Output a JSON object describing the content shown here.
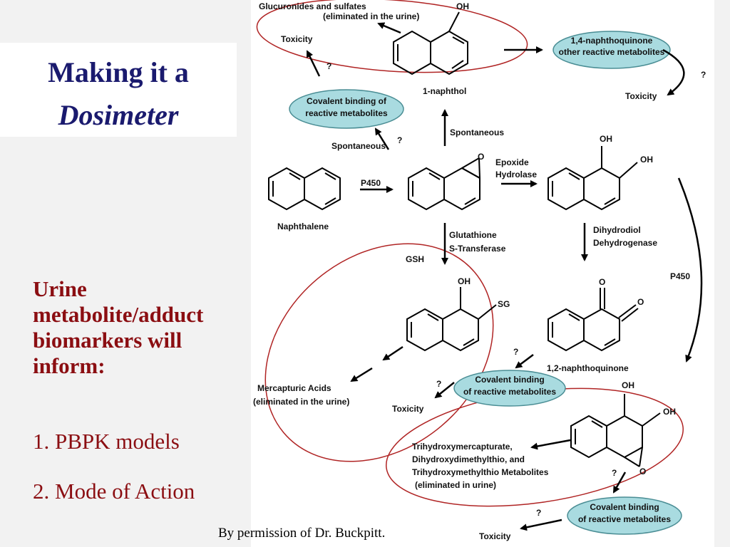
{
  "slide": {
    "title_line1": "Making it a",
    "title_line2": "Dosimeter",
    "urine_heading": "Urine metabolite/adduct biomarkers will inform:",
    "list": [
      "1. PBPK models",
      "2. Mode of Action"
    ],
    "credit": "By permission of Dr. Buckpitt."
  },
  "diagram": {
    "glucuronides_line1": "Glucuronides and sulfates",
    "glucuronides_line2": "(eliminated in the urine)",
    "oh": "OH",
    "toxicity": "Toxicity",
    "question": "?",
    "naphthoquinone14_line1": "1,4-naphthoquinone",
    "naphthoquinone14_line2": "other reactive metabolites",
    "covalent_line1": "Covalent binding of",
    "covalent_line2": "reactive metabolites",
    "naphthol1": "1-naphthol",
    "spontaneous": "Spontaneous",
    "o": "O",
    "epoxide_line1": "Epoxide",
    "epoxide_line2": "Hydrolase",
    "p450": "P450",
    "naphthalene": "Naphthalene",
    "glutathione_line1": "Glutathione",
    "glutathione_line2": "S-Transferase",
    "gsh": "GSH",
    "sg": "SG",
    "dihydrodiol_line1": "Dihydrodiol",
    "dihydrodiol_line2": "Dehydrogenase",
    "mercapturic_line1": "Mercapturic Acids",
    "mercapturic_line2": "(eliminated in the urine)",
    "naphthoquinone12": "1,2-naphthoquinone",
    "covalent2_line1": "Covalent binding",
    "covalent2_line2": "of reactive metabolites",
    "trihydroxy_line1": "Trihydroxymercapturate,",
    "trihydroxy_line2": "Dihydroxydimethylthio, and",
    "trihydroxy_line3": "Trihydroxymethylthio Metabolites",
    "trihydroxy_line4": "(eliminated in urine)",
    "covalent3_line1": "Covalent binding",
    "covalent3_line2": "of reactive metabolites"
  },
  "colors": {
    "title": "#1a1a6e",
    "body_text": "#8b0e12",
    "pill_fill": "#a9dbe0",
    "ellipse_stroke": "#b02424"
  }
}
